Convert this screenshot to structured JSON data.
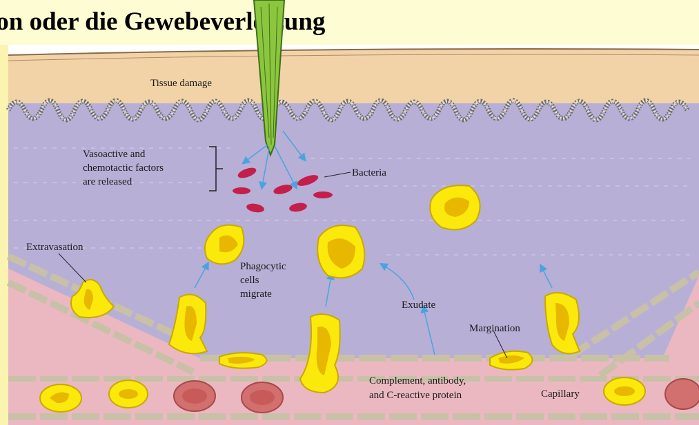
{
  "heading": "ion oder die Gewebeverletzung",
  "labels": {
    "tissue_damage": "Tissue damage",
    "vasoactive_1": "Vasoactive and",
    "vasoactive_2": "chemotactic factors",
    "vasoactive_3": "are released",
    "bacteria": "Bacteria",
    "extravasation": "Extravasation",
    "phagocytic_1": "Phagocytic",
    "phagocytic_2": "cells",
    "phagocytic_3": "migrate",
    "exudate": "Exudate",
    "margination": "Margination",
    "complement_1": "Complement, antibody,",
    "complement_2": "and C-reactive protein",
    "capillary": "Capillary"
  },
  "colors": {
    "tissue": "#b7afd6",
    "skin": "#f2d3a8",
    "vessel": "#ebb8c2",
    "phagocyte": "#fbe90b",
    "bacteria": "#c41e4a",
    "red_cell": "#d26f6f",
    "arrow": "#4aa3df",
    "splinter": "#8cc63e"
  }
}
